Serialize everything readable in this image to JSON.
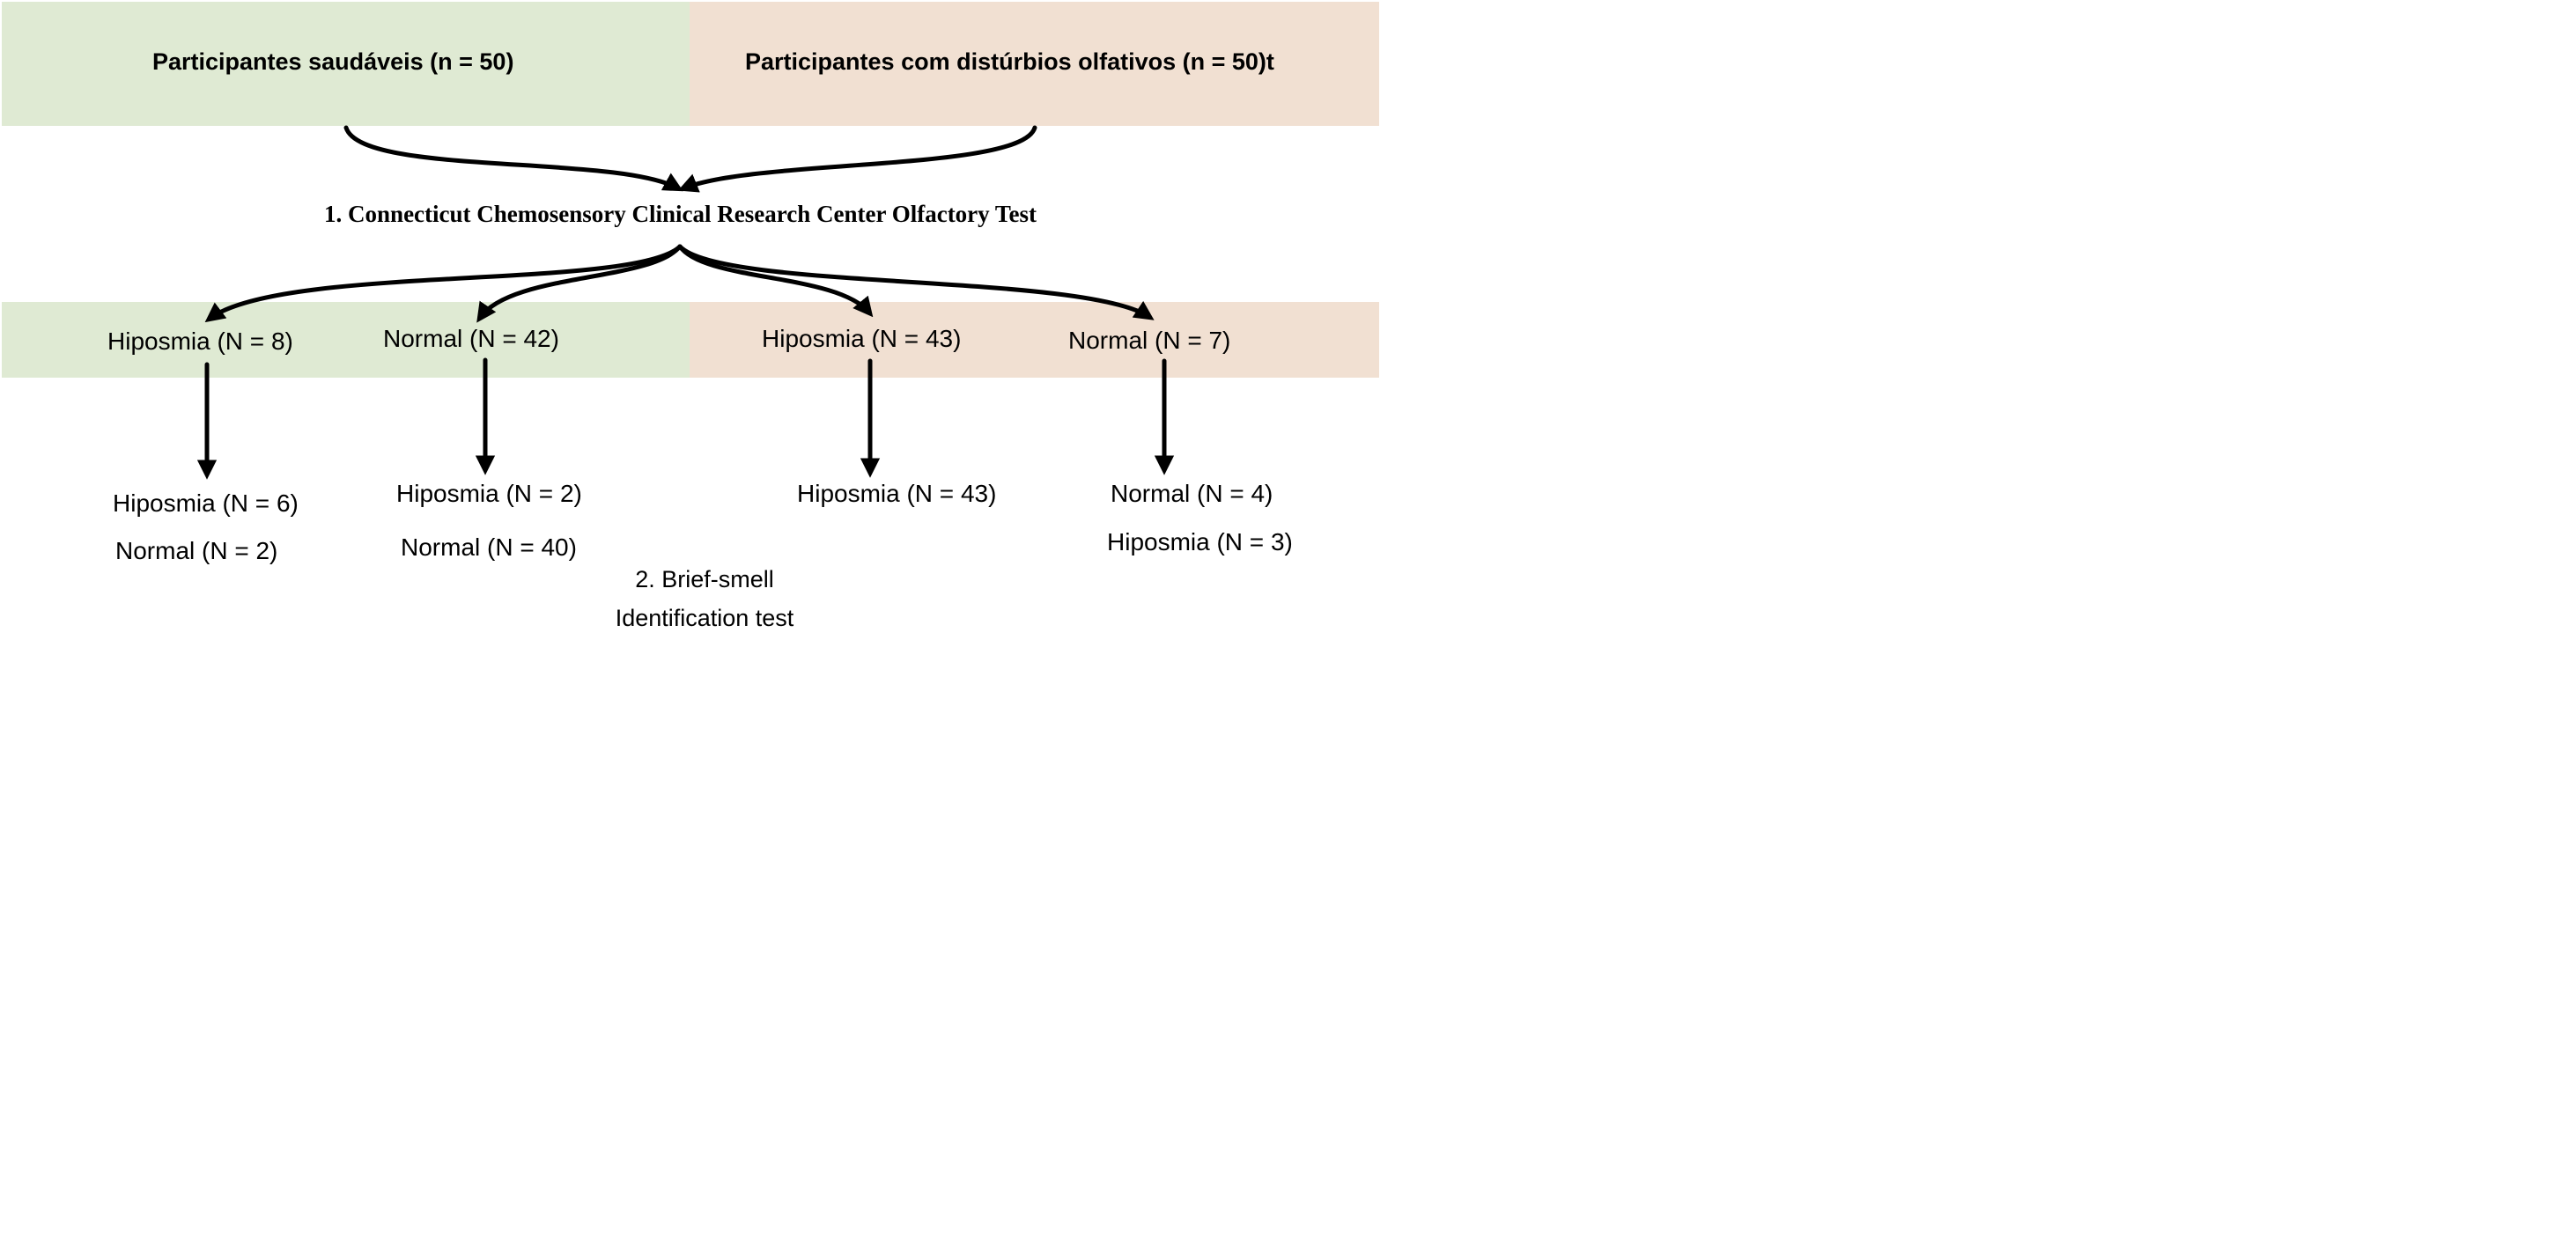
{
  "groups": {
    "healthy": {
      "label": "Participantes saudáveis (n = 50)",
      "color": "#dfead3"
    },
    "disorder": {
      "label": "Participantes com distúrbios olfativos (n = 50)t",
      "color": "#f1e0d2"
    }
  },
  "step1": {
    "label": "1. Connecticut Chemosensory Clinical Research Center Olfactory Test"
  },
  "step1_results": [
    {
      "label": "Hiposmia (N = 8)"
    },
    {
      "label": "Normal (N = 42)"
    },
    {
      "label": "Hiposmia (N = 43)"
    },
    {
      "label": "Normal (N = 7)"
    }
  ],
  "step2": {
    "label": "2. Brief-smell Identification test"
  },
  "step2_results": [
    {
      "lines": [
        "Hiposmia (N = 6)",
        "Normal (N = 2)"
      ]
    },
    {
      "lines": [
        "Hiposmia (N = 2)",
        "Normal (N = 40)"
      ]
    },
    {
      "lines": [
        "Hiposmia (N = 43)"
      ]
    },
    {
      "lines": [
        "Normal (N = 4)",
        "Hiposmia (N = 3)"
      ]
    }
  ]
}
